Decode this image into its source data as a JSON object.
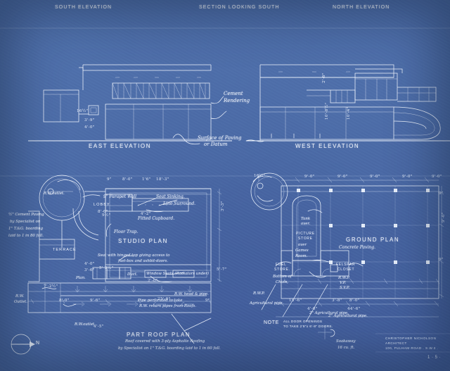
{
  "sheet": {
    "type": "architectural-blueprint",
    "background_color": "#4b6aa6",
    "line_color": "#f0f5fd",
    "north_arrow_label": "N"
  },
  "drawing_titles": {
    "south_elevation": "SOUTH  ELEVATION",
    "section_looking_south": "SECTION LOOKING SOUTH",
    "north_elevation": "NORTH  ELEVATION",
    "east_elevation": "EAST   ELEVATION",
    "west_elevation": "WEST  ELEVATION",
    "studio_plan": "STUDIO  PLAN",
    "ground_plan": "GROUND PLAN",
    "part_roof_plan": "PART ROOF PLAN"
  },
  "annotations": {
    "cement_rendering": "Cement\nRendering",
    "cement_rendering_l1": "Cement",
    "cement_rendering_l2": "Rendering",
    "surface_of_paving_l1": "Surface of Paving",
    "surface_of_paving_l2": "or Datum",
    "parapet_wall": "9\" Parapet Wall",
    "seat_sinking": "Seat Sinking.",
    "lino_surround": "Lino Surround.",
    "fitted_cupboard": "Fitted Cupboard.",
    "floor_trap": "Floor Trap.",
    "seat_hinged_l1": "Seat with hinged top giving access to",
    "seat_hinged_l2": "fuel-box and ashbit-doors.",
    "window_seats": "Window Seats (Radiators under)",
    "duct": "Duct.",
    "pipe_perforated_l1": "Pipe perforated to take",
    "pipe_perforated_l2": "R.W. return pipes from Roofs.",
    "rw_head_pipe": "R.W. head & pipe.",
    "rw_outlet_upper": "R.W.\nOutlet",
    "rw_outlet_upper_l1": "R.W.",
    "rw_outlet_upper_l2": "Outlet",
    "rw_outlet_lower_l1": "R.W.",
    "rw_outlet_lower_l2": "Outlet.",
    "rw_outlet_roof": "R.W.outlet.",
    "cement_paving_l1": "½\" Cement Paving",
    "cement_paving_l2": "by Specialist on",
    "cement_paving_l3": "1\" T.&G. boarding",
    "cement_paving_l4": "laid to 1 in 80 fall.",
    "concrete_paving": "Concrete Paving.",
    "tank_over": "Tank\nover",
    "tank_over_l1": "Tank",
    "tank_over_l2": "over.",
    "over_games_room_l1": "over",
    "over_games_room_l2": "Games",
    "over_games_room_l3": "Room.",
    "bottom_of_chute_l1": "Bottom of",
    "bottom_of_chute_l2": "Chute.",
    "rwp_vp_soil_l1": "R.W.P.",
    "rwp_vp_soil_l2": "V.P.",
    "rwp_vp_soil_l3": "S.V.P.",
    "agricultural_pipe_left": "Agricultural pipe.",
    "agricultural_pipe_mid": "2\" Agricultural pipe.",
    "agricultural_pipe_right": "2\" Agricultural pipe.",
    "soakaway_l1": "Soakaway",
    "soakaway_l2": "16 cu. ft.",
    "note_l1": "NOTE",
    "note_l2": "ALL DOOR OPENINGS",
    "note_l3": "TO TAKE 2'8\"x 6'-8\" DOORS.",
    "roof_spec_l1": "Roof covered with 3-ply Asphalte Roofing",
    "roof_spec_l2": "by Specialist on 1\" T.&G. boarding laid to 1 in 60 fall.",
    "plan_note": "Plan."
  },
  "rooms": [
    {
      "name": "LOBBY",
      "sub": "8'-6\""
    },
    {
      "name": "TERRACE",
      "sub": ""
    },
    {
      "name": "PICTURE\nSTORE",
      "sub": ""
    },
    {
      "name": "FUEL\nSTORE",
      "sub": ""
    },
    {
      "name": "FELSPAR\nCLOSET",
      "sub": ""
    }
  ],
  "room_labels": {
    "lobby": "LOBBY",
    "lobby_dim": "8'-6\"",
    "terrace": "TERRACE",
    "picture_store_l1": "PICTURE",
    "picture_store_l2": "STORE",
    "fuel_store_l1": "FUEL",
    "fuel_store_l2": "STORE.",
    "felspar_closet_l1": "FELSPAR",
    "felspar_closet_l2": "CLOSET"
  },
  "dimensions": {
    "studio_plan_top": [
      "9\"",
      "8'-0\"",
      "1'6\"",
      "18'-3\""
    ],
    "studio_plan_bottom": [
      "9'-6\"",
      "25'-6\"",
      "9\""
    ],
    "studio_plan_left_bottom": [
      "8'-0\"",
      "9'-6\""
    ],
    "studio_misc": [
      "9½\"",
      "4'-0\"",
      "3'-6\"",
      "5'-2½\"",
      "4'-2\"",
      "3'-5\"",
      "5'-7\"",
      "3'-3\"",
      "4'-9\"",
      "2'-0\"",
      "9\"",
      "4'-5\"",
      "7'-2½\""
    ],
    "ground_plan_top": [
      "9'-0\"",
      "9'-0\"",
      "9'-0\"",
      "9'-0\"",
      "9'-0\""
    ],
    "ground_plan_bottom": [
      "15'-6\"",
      "4'-0\"",
      "3'-8\"",
      "8'-0\"",
      "44'-6\""
    ],
    "ground_plan_right": [
      "9\"",
      "9'-0\"",
      "9\""
    ],
    "elevation_left": [
      "16½\"",
      "3'-9\"",
      "4'-0\""
    ],
    "elevation_right": [
      "2'-6\"",
      "10'-8½\"",
      "10'-4\""
    ],
    "ground_left_top": "16½\""
  },
  "title_block": {
    "architect_name": "CHRISTOPHER NICHOLSON",
    "architect_role": "ARCHITECT",
    "architect_address": "100, FULHAM ROAD . S.W.3 .",
    "drawing_number": "1 · 5 ·"
  }
}
